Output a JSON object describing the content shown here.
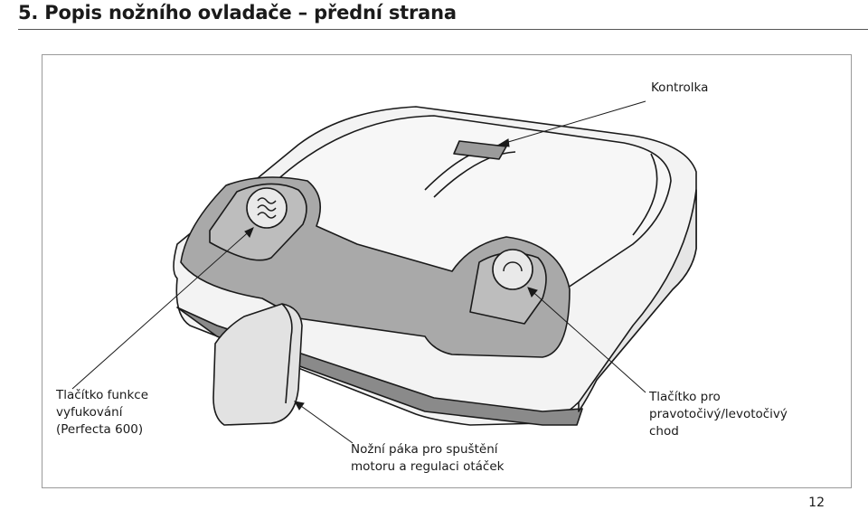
{
  "header": {
    "title": "5. Popis nožního ovladače – přední strana"
  },
  "labels": {
    "indicator": "Kontrolka",
    "blow_button": "Tlačítko funkce\nvyfukování\n(Perfecta 600)",
    "foot_lever": "Nožní páka pro spuštění\nmotoru a regulaci otáček",
    "direction_button": "Tlačítko pro\npravotočivý/levotočivý\nchod"
  },
  "footer": {
    "page_number": "12"
  }
}
